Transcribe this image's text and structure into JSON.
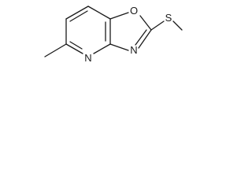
{
  "structure": {
    "atoms": {
      "sulfur": "S",
      "oxygen": "O",
      "imine_nitrogen": "N",
      "pyridine_nitrogen": "N"
    }
  },
  "colors": {
    "ink": "#1a1a1a",
    "background": "#ffffff"
  }
}
